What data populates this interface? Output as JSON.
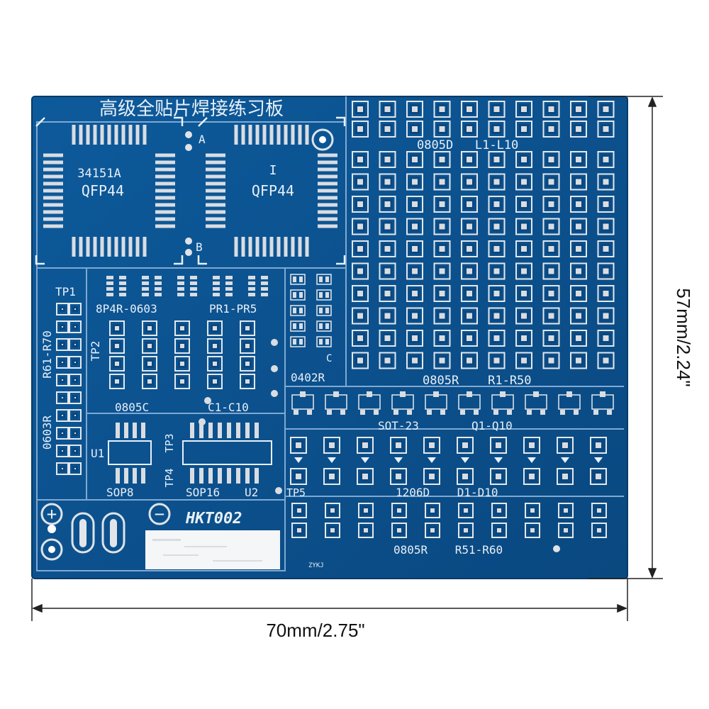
{
  "board": {
    "title": "高级全贴片焊接练习板",
    "model": "HKT002",
    "maker_mark": "ZYKJ",
    "colors": {
      "board": "#0b4f8a",
      "board_edge": "#0a467c",
      "silk": "#e8f0f8",
      "pad": "#d9dde2",
      "hole": "#ffffff"
    }
  },
  "labels": {
    "qfp_left_part": "34151A",
    "qfp_left": "QFP44",
    "qfp_right_pin": "I",
    "qfp_right": "QFP44",
    "mark_a": "A",
    "mark_b": "B",
    "inductors": "0805D   L1-L10",
    "resistors_main": "0805R    R1-R50",
    "tp1": "TP1",
    "r61": "R61-R70",
    "r0603": "0603R",
    "network_part": "8P4R-0603",
    "network_ref": "PR1-PR5",
    "tp2": "TP2",
    "caps_part": "0805C",
    "caps_ref": "C1-C10",
    "c_mark": "C",
    "small_r": "0402R",
    "sot_part": "SOT-23",
    "sot_ref": "Q1-Q10",
    "u1": "U1",
    "tp3": "TP3",
    "tp4": "TP4",
    "sop8": "SOP8",
    "sop16": "SOP16",
    "u2": "U2",
    "tp5": "TP5",
    "diodes": "1206D    D1-D10",
    "resistors_bottom": "0805R    R51-R60",
    "plus": "+",
    "minus": "−"
  },
  "dimensions": {
    "height": "57mm/2.24\"",
    "width": "70mm/2.75\""
  }
}
